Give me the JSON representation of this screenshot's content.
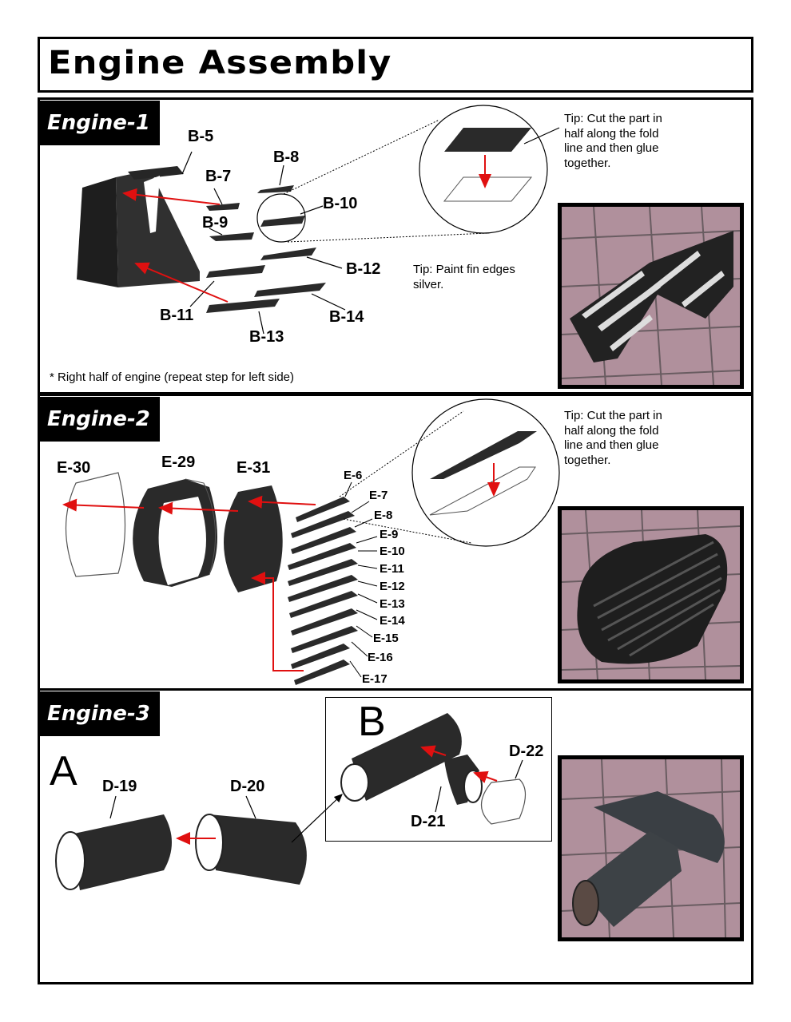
{
  "page": {
    "title": "Engine Assembly"
  },
  "sections": [
    {
      "tag": "Engine-1",
      "labels": [
        "B-5",
        "B-7",
        "B-8",
        "B-9",
        "B-10",
        "B-11",
        "B-12",
        "B-13",
        "B-14"
      ],
      "tips": [
        "Tip: Cut the part in\nhalf along the fold\nline and then glue\ntogether.",
        "Tip: Paint fin edges\nsilver."
      ],
      "note": "* Right half of engine (repeat step for left side)"
    },
    {
      "tag": "Engine-2",
      "labels": [
        "E-30",
        "E-29",
        "E-31",
        "E-6",
        "E-7",
        "E-8",
        "E-9",
        "E-10",
        "E-11",
        "E-12",
        "E-13",
        "E-14",
        "E-15",
        "E-16",
        "E-17"
      ],
      "tips": [
        "Tip: Cut the part in\nhalf along the fold\nline and then glue\ntogether."
      ]
    },
    {
      "tag": "Engine-3",
      "steps": [
        "A",
        "B"
      ],
      "labels": [
        "D-19",
        "D-20",
        "D-21",
        "D-22"
      ]
    }
  ],
  "colors": {
    "arrow": "#e01010",
    "part": "#2a2a2a",
    "mat": "#b0909c",
    "grid": "#3a3a3a"
  }
}
